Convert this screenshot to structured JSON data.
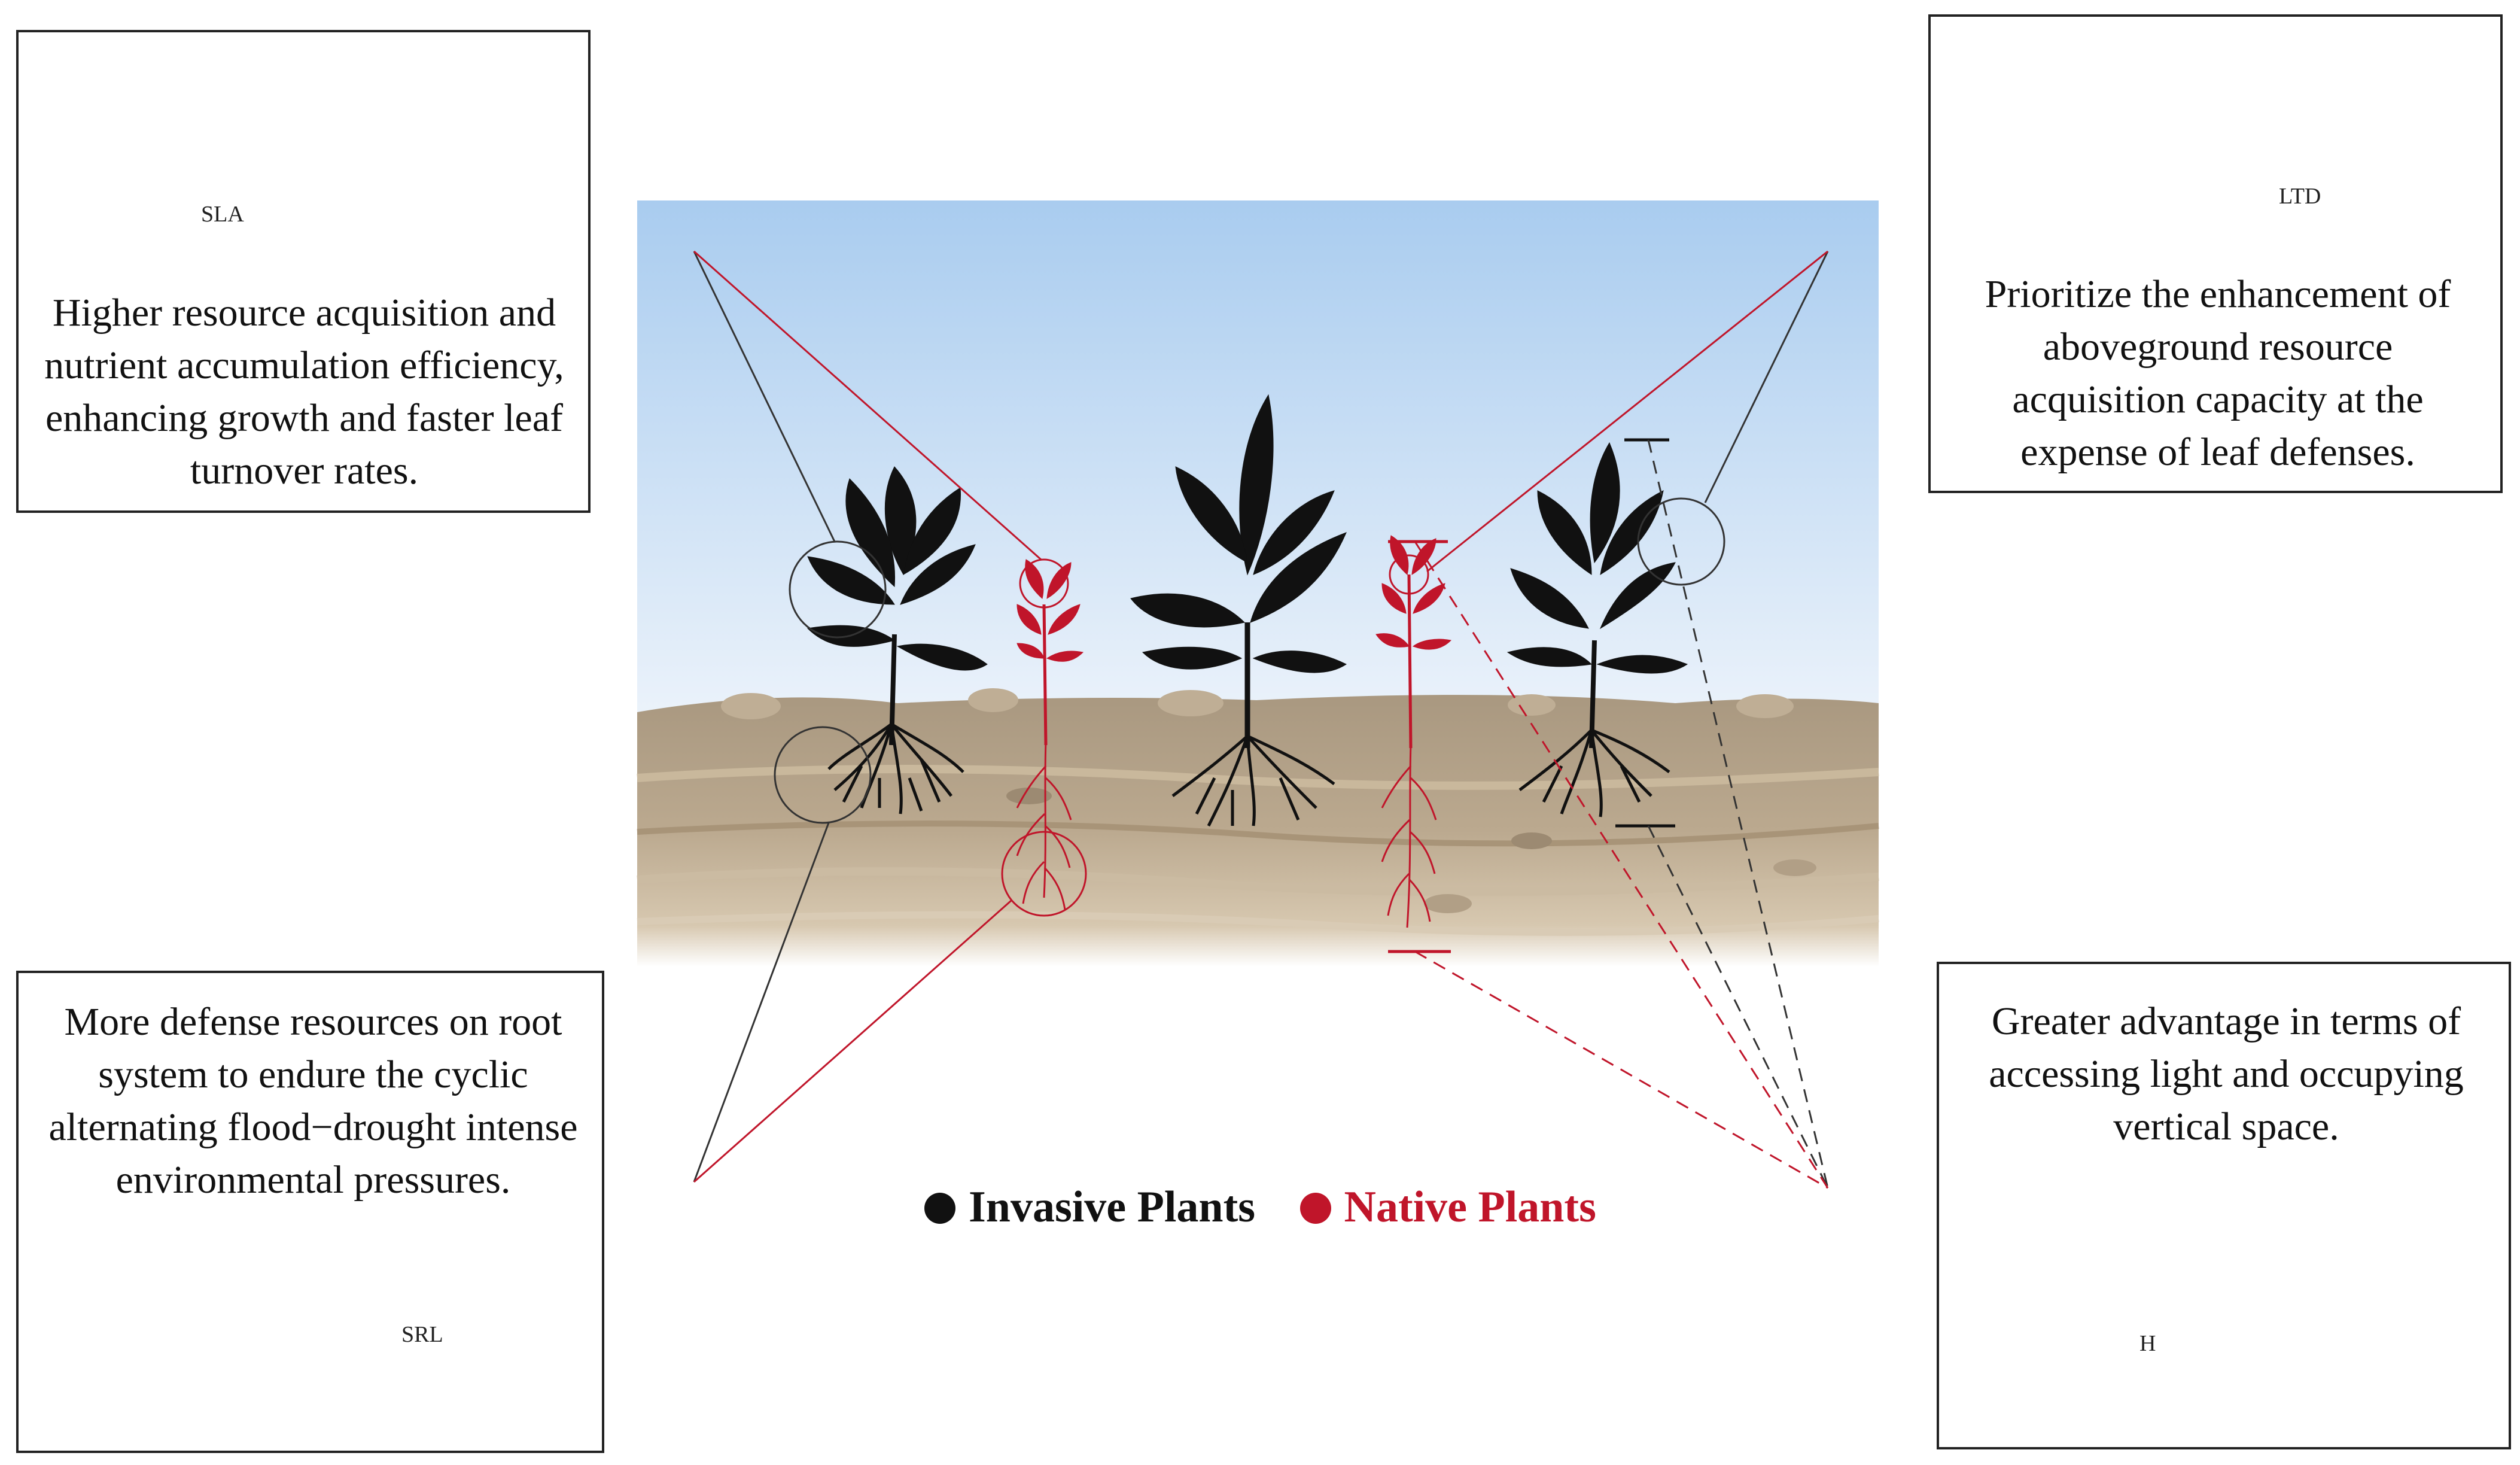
{
  "boxes": {
    "top_left": {
      "text": "Higher resource acquisition and nutrient accumulation efficiency, enhancing growth and faster leaf turnover rates.",
      "trait": "SLA"
    },
    "top_right": {
      "text": "Prioritize the enhancement of aboveground resource acquisition capacity at the expense of leaf defenses.",
      "trait": "LTD"
    },
    "bottom_left": {
      "text": "More defense resources on root system to endure the cyclic alternating flood−drought intense environmental pressures.",
      "trait": "SRL"
    },
    "bottom_right": {
      "text": "Greater advantage in terms of accessing light and occupying vertical space.",
      "trait": "H"
    }
  },
  "legend": {
    "invasive": {
      "label": "Invasive Plants",
      "color": "#111111"
    },
    "native": {
      "label": "Native Plants",
      "color": "#c0152a"
    }
  },
  "colors": {
    "invasive": "#111111",
    "native": "#c0152a",
    "sky_top": "#a9ccef",
    "soil": "#b2a088"
  },
  "icons": [
    "invasive-leaf-icon",
    "native-leaf-icon",
    "invasive-plant-icon",
    "native-plant-icon",
    "invasive-root-icon",
    "native-root-icon",
    "trait-wedge-icon"
  ]
}
